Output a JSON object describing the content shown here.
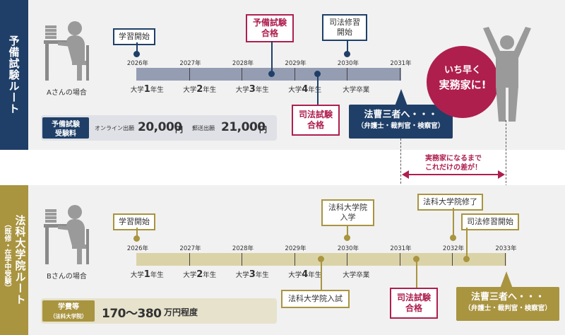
{
  "colors": {
    "navy": "#1f3f68",
    "crimson": "#ae1f4e",
    "olive": "#a99440",
    "bar_a": "#959db3",
    "bar_b": "#dbd3a8",
    "gray": "#dddddd"
  },
  "route_a": {
    "title": "予備試験ルート",
    "case_label": "Aさんの場合",
    "years": [
      "2026年",
      "2027年",
      "2028年",
      "2029年",
      "2030年",
      "2031年"
    ],
    "grades": [
      {
        "pre": "大学",
        "num": "1",
        "post": "年生"
      },
      {
        "pre": "大学",
        "num": "2",
        "post": "年生"
      },
      {
        "pre": "大学",
        "num": "3",
        "post": "年生"
      },
      {
        "pre": "大学",
        "num": "4",
        "post": "年生"
      },
      {
        "pre": "大学卒業",
        "num": "",
        "post": ""
      }
    ],
    "events": {
      "study_start": "学習開始",
      "prelim_pass_1": "予備試験",
      "prelim_pass_2": "合格",
      "training_1": "司法修習",
      "training_2": "開始",
      "bar_exam_1": "司法試験",
      "bar_exam_2": "合格",
      "goal_1": "法曹三者へ・・・",
      "goal_2": "（弁護士・裁判官・検察官）"
    },
    "fee": {
      "label_1": "予備試験",
      "label_2": "受験料",
      "online_label": "オンライン出願",
      "online_amount": "20,000",
      "online_unit": "円",
      "mail_label": "郵送出願",
      "mail_amount": "21,000",
      "mail_unit": "円"
    }
  },
  "bubble": {
    "line1": "いち早く",
    "line2": "実務家に!"
  },
  "gap": {
    "line1": "実務家になるまで",
    "line2": "これだけの差が！"
  },
  "route_b": {
    "title": "法科大学院ルート",
    "subtitle": "（既修・在学中受験）",
    "case_label": "Bさんの場合",
    "years": [
      "2026年",
      "2027年",
      "2028年",
      "2029年",
      "2030年",
      "2031年",
      "2032年",
      "2033年"
    ],
    "grades": [
      {
        "pre": "大学",
        "num": "1",
        "post": "年生"
      },
      {
        "pre": "大学",
        "num": "2",
        "post": "年生"
      },
      {
        "pre": "大学",
        "num": "3",
        "post": "年生"
      },
      {
        "pre": "大学",
        "num": "4",
        "post": "年生"
      },
      {
        "pre": "大学卒業",
        "num": "",
        "post": ""
      }
    ],
    "events": {
      "study_start": "学習開始",
      "lawschool_enter_1": "法科大学院",
      "lawschool_enter_2": "入学",
      "lawschool_exam": "法科大学院入試",
      "lawschool_finish": "法科大学院修了",
      "training": "司法修習開始",
      "bar_exam_1": "司法試験",
      "bar_exam_2": "合格",
      "goal_1": "法曹三者へ・・・",
      "goal_2": "（弁護士・裁判官・検察官）"
    },
    "fee": {
      "label_1": "学費等",
      "label_2": "（法科大学院）",
      "amount": "170～380",
      "unit": "万円程度"
    }
  }
}
